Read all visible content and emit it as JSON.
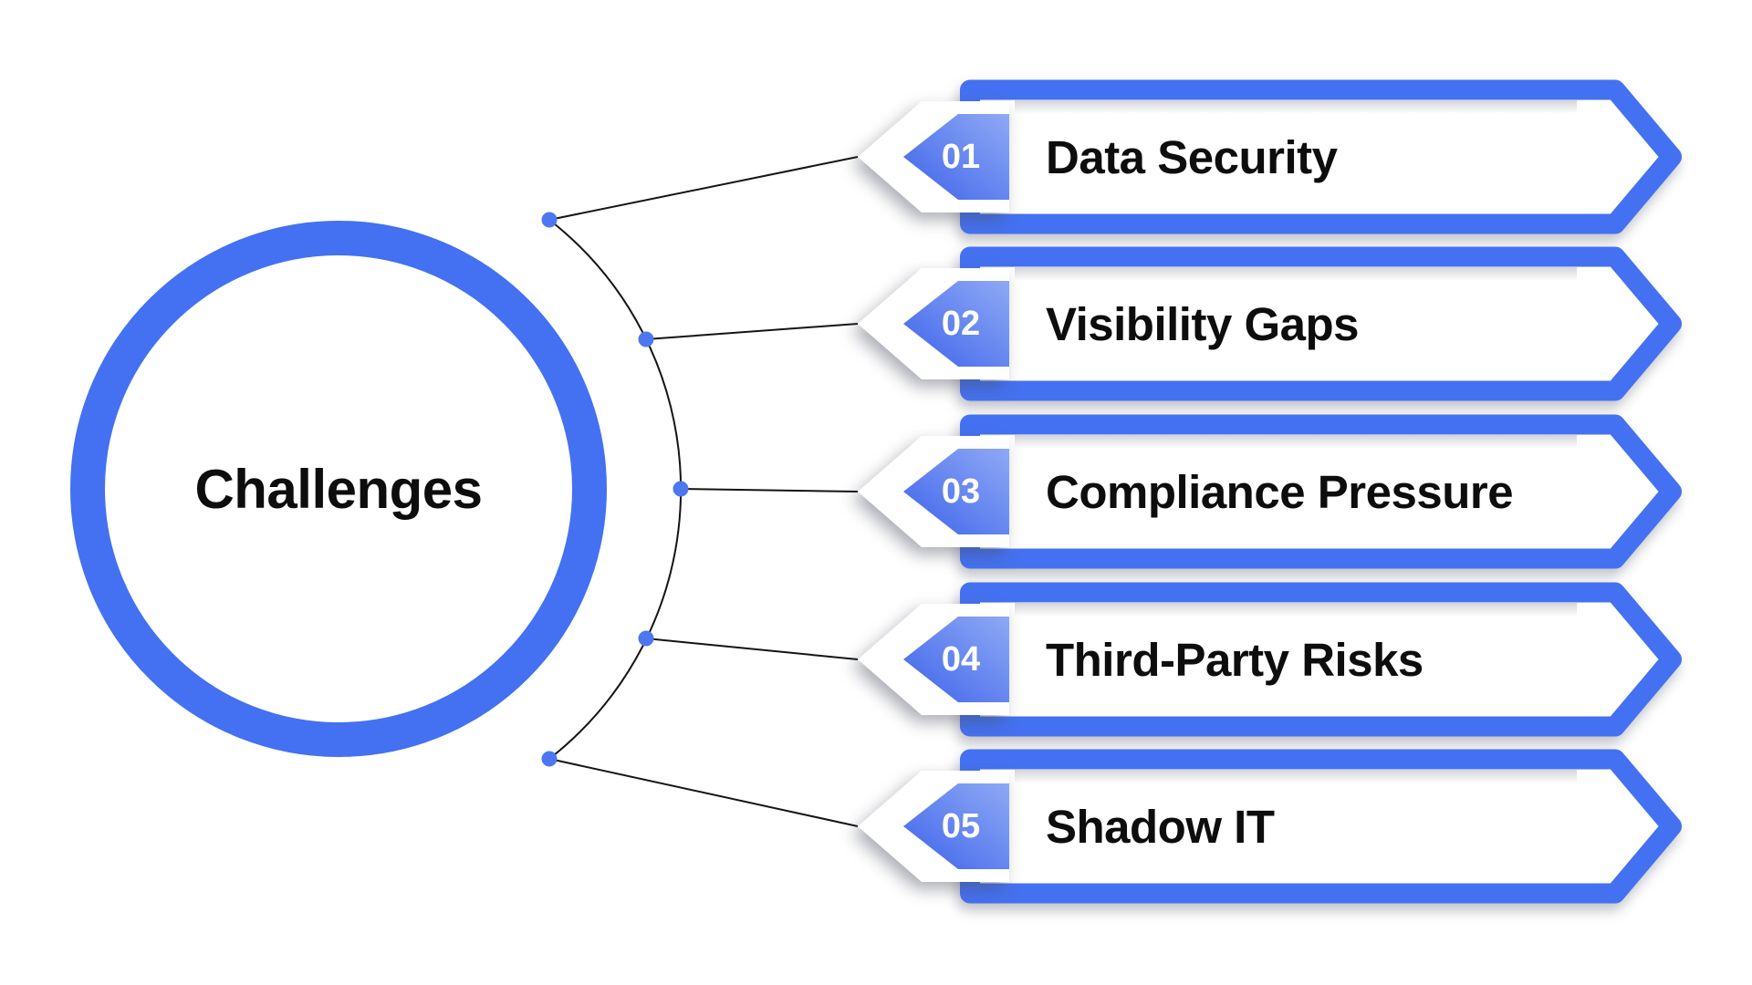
{
  "center": {
    "title": "Challenges"
  },
  "items": [
    {
      "number": "01",
      "label": "Data Security"
    },
    {
      "number": "02",
      "label": "Visibility Gaps"
    },
    {
      "number": "03",
      "label": "Compliance Pressure"
    },
    {
      "number": "04",
      "label": "Third-Party Risks"
    },
    {
      "number": "05",
      "label": "Shadow IT"
    }
  ],
  "colors": {
    "background": "#FFFFFF",
    "accent_blue": "#4471F1",
    "badge_gradient_start": "#3D63EA",
    "badge_gradient_end": "#8FA9F5",
    "dot_blue": "#4C77F0",
    "connector_line": "#141414",
    "label_text": "#0D0D0D",
    "number_text": "#FFFFFF"
  }
}
